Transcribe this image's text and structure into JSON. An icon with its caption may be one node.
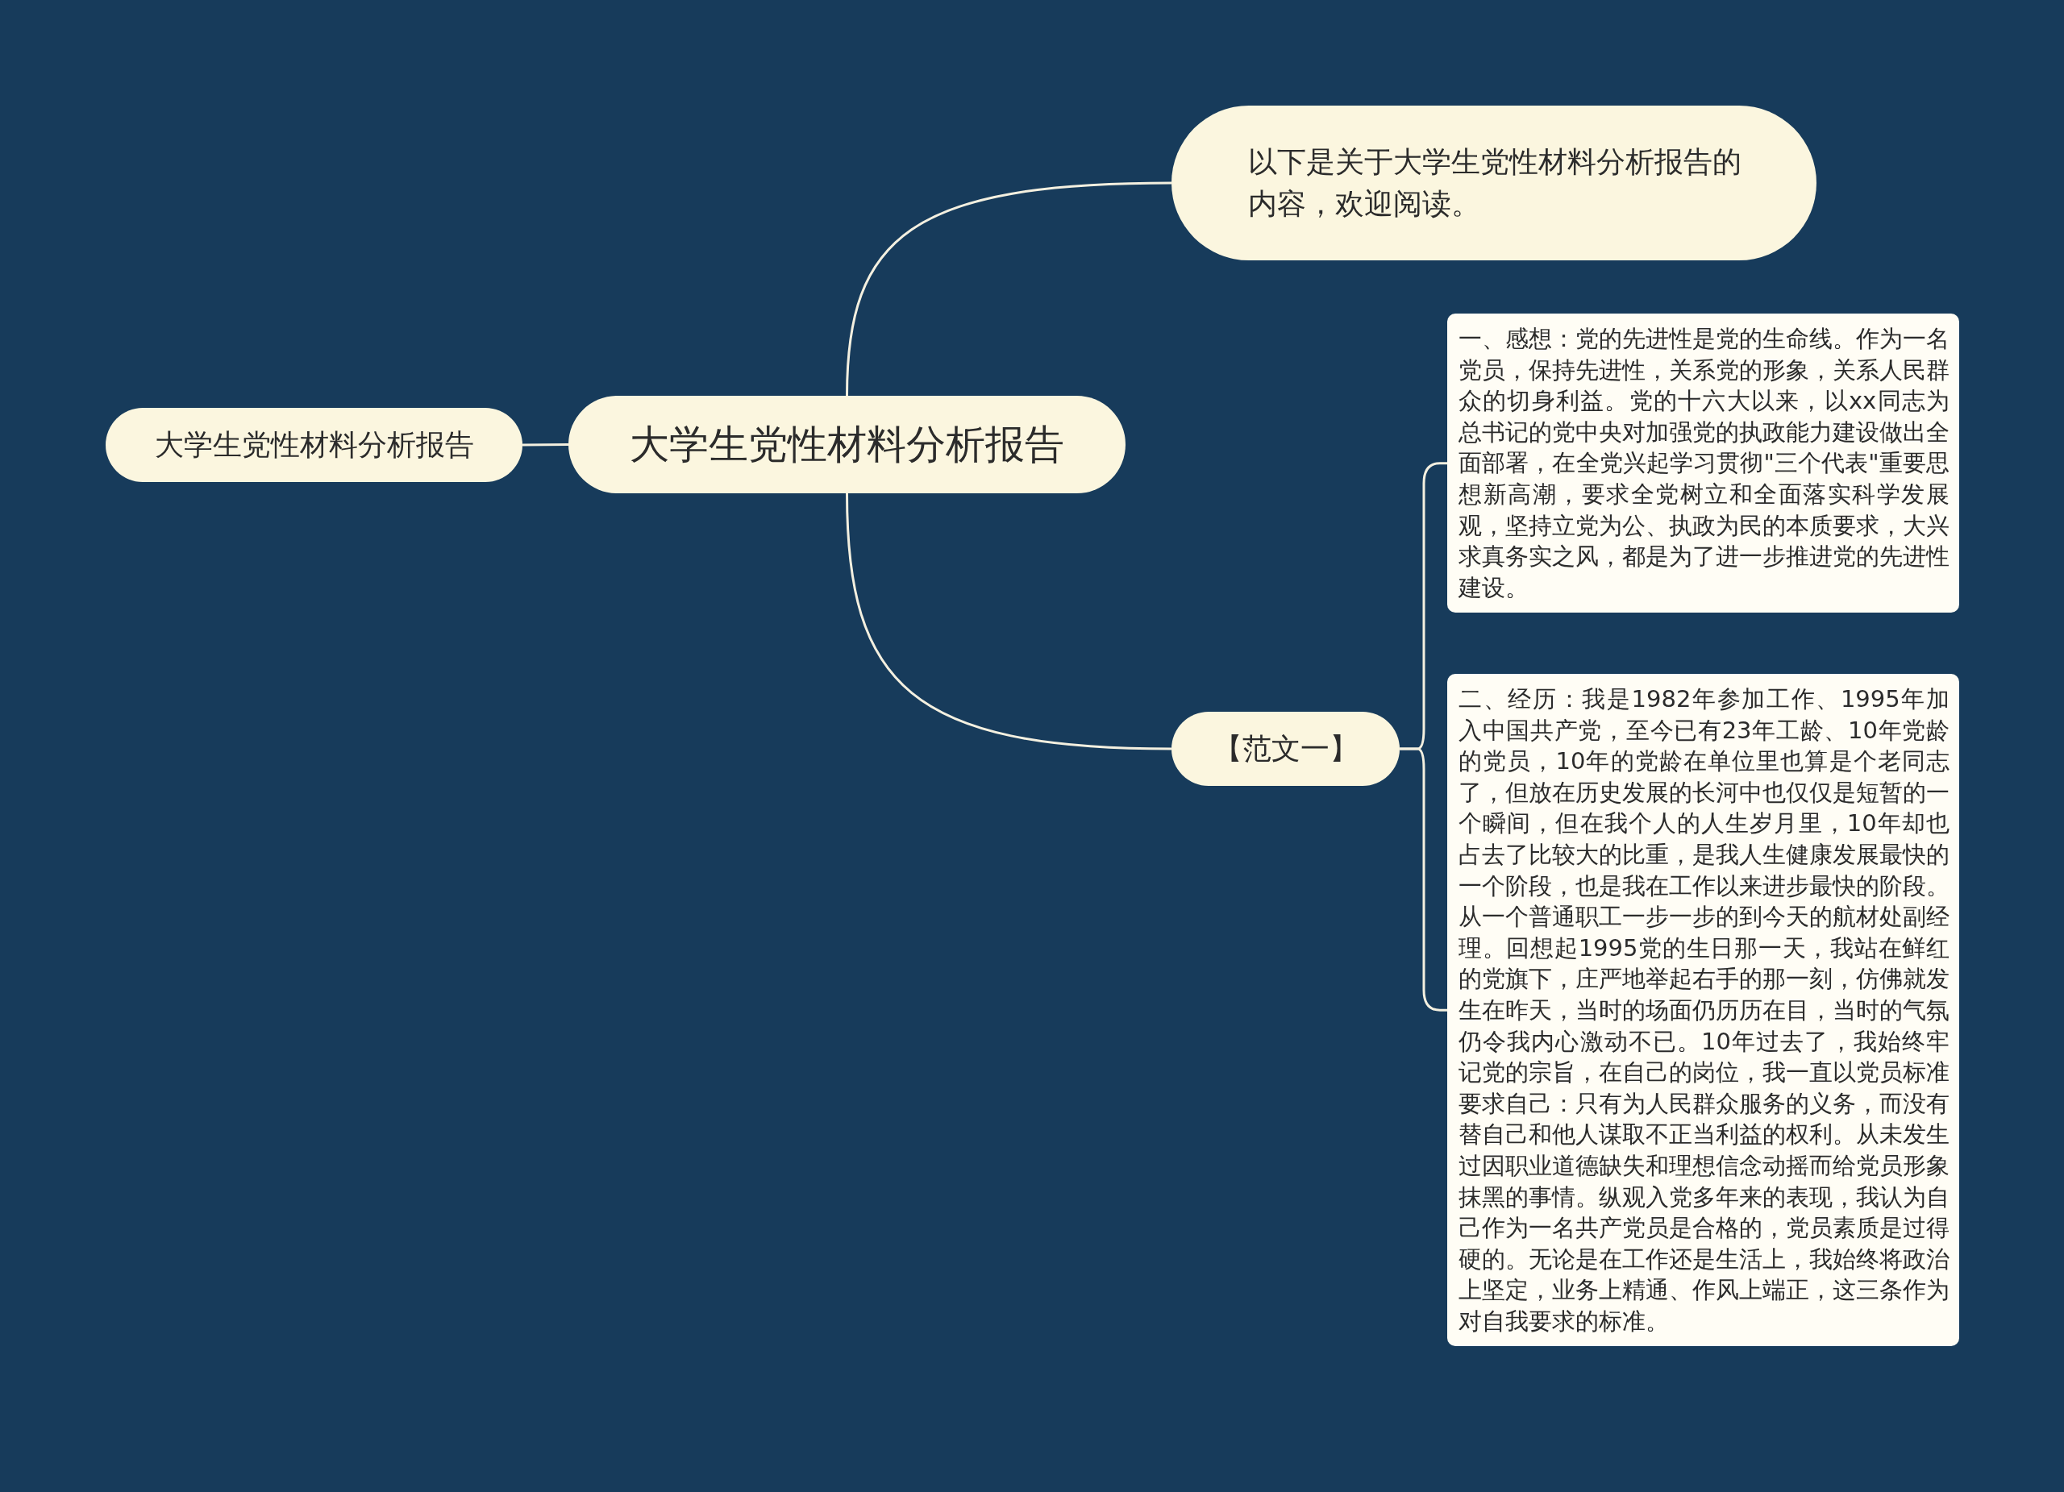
{
  "diagram": {
    "nodes": [
      {
        "text": [
          "大学生党性材料分析报告"
        ]
      },
      {
        "text": [
          "大学生党性材料分析报告"
        ]
      },
      {
        "text": [
          "以下是关于大学生党性材料分析报告的内容，欢迎阅读。"
        ]
      },
      {
        "text": [
          "【范文一】"
        ]
      },
      {
        "text": [
          "一、感想：党的先进性是党的生命线。作为一名党员，保持先进性，关系党的形象，关系人民群众的切身利益。党的十六大以来，以xx同志为总书记的党中央对加强党的执政能力建设做出全面部署，在全党兴起学习贯彻\"三个代表\"重要思想新高潮，要求全党树立和全面落实科学发展观，坚持立党为公、执政为民的本质要求，大兴求真务实之风，都是为了进一步推进党的先进性建设。"
        ]
      },
      {
        "text": [
          "二、经历：我是1982年参加工作、1995年加入中国共产党，至今已有23年工龄、10年党龄的党员，10年的党龄在单位里也算是个老同志了，但放在历史发展的长河中也仅仅是短暂的一个瞬间，但在我个人的人生岁月里，10年却也占去了比较大的比重，是我人生健康发展最快的一个阶段，也是我在工作以来进步最快的阶段。从一个普通职工一步一步的到今天的航材处副经理。回想起1995党的生日那一天，我站在鲜红的党旗下，庄严地举起右手的那一刻，仿佛就发生在昨天，当时的场面仍历历在目，当时的气氛仍令我内心激动不已。10年过去了，我始终牢记党的宗旨，在自己的岗位，我一直以党员标准要求自己：只有为人民群众服务的义务，而没有替自己和他人谋取不正当利益的权利。从未发生过因职业道德缺失和理想信念动摇而给党员形象抹黑的事情。纵观入党多年来的表现，我认为自己作为一名共产党员是合格的，党员素质是过得硬的。无论是在工作还是生活上，我始终将政治上坚定，业务上精通、作风上端正，这三条作为对自我要求的标准。"
        ]
      }
    ],
    "edges": [
      {
        "from": 0,
        "to": 1,
        "arrow": "none"
      },
      {
        "from": 0,
        "to": 2,
        "arrow": "none"
      },
      {
        "from": 0,
        "to": 3,
        "arrow": "none"
      },
      {
        "from": 3,
        "to": 4,
        "arrow": "none"
      },
      {
        "from": 3,
        "to": 5,
        "arrow": "none"
      }
    ]
  }
}
